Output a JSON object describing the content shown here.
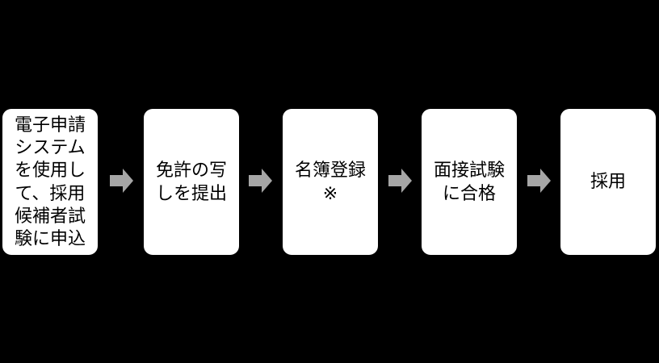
{
  "colors": {
    "background": "#000000",
    "box_fill": "#ffffff",
    "box_text": "#000000",
    "arrow": "#a6a6a6"
  },
  "flow": {
    "steps": [
      {
        "text": "電子申請\nシステム\nを使用し\nて、採用\n候補者試\n験に申込"
      },
      {
        "text": "免許の写\nしを提出"
      },
      {
        "text": "名簿登録\n※"
      },
      {
        "text": "面接試験\nに合格"
      },
      {
        "text": "採用"
      }
    ]
  }
}
